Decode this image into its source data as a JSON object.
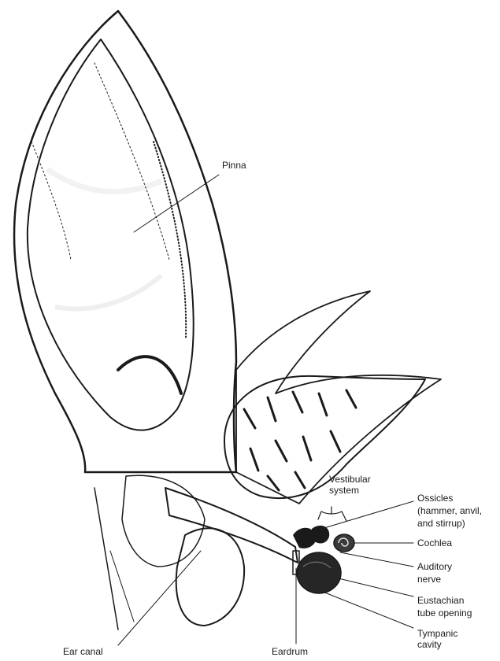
{
  "diagram": {
    "labels": {
      "pinna": "Pinna",
      "vestibular": [
        "Vestibular",
        "system"
      ],
      "ossicles": [
        "Ossicles",
        "(hammer, anvil,",
        "and stirrup)"
      ],
      "cochlea": "Cochlea",
      "auditory": [
        "Auditory",
        "nerve"
      ],
      "eustachian": [
        "Eustachian",
        "tube opening"
      ],
      "tympanic": [
        "Tympanic",
        "cavity"
      ],
      "ear_canal": "Ear canal",
      "eardrum": "Eardrum"
    },
    "colors": {
      "ink": "#1a1a1a",
      "skin": "#d4d4d4",
      "rim": "#bdbdbd",
      "muscle": "#8c8c8c",
      "dark": "#262626"
    }
  }
}
